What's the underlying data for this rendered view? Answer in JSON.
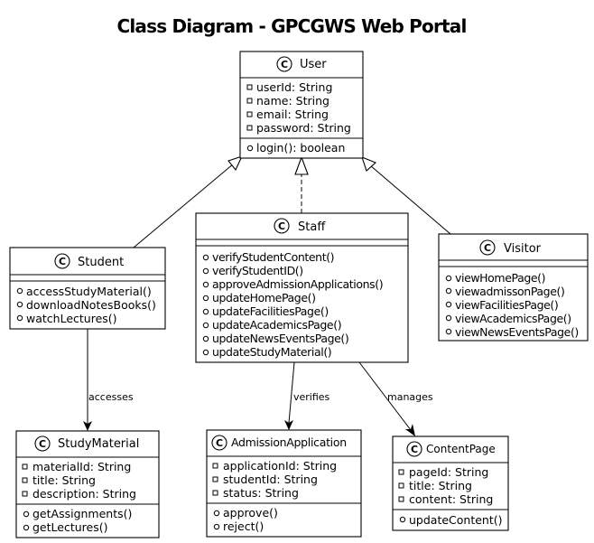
{
  "title": "Class Diagram - GPCGWS Web Portal",
  "class_badge": "C",
  "classes": {
    "user": {
      "name": "User",
      "attributes": [
        "userId: String",
        "name: String",
        "email: String",
        "password: String"
      ],
      "methods": [
        "login(): boolean"
      ]
    },
    "staff": {
      "name": "Staff",
      "attributes": [],
      "methods": [
        "verifyStudentContent()",
        "verifyStudentID()",
        "approveAdmissionApplications()",
        "updateHomePage()",
        "updateFacilitiesPage()",
        "updateAcademicsPage()",
        "updateNewsEventsPage()",
        "updateStudyMaterial()"
      ]
    },
    "student": {
      "name": "Student",
      "attributes": [],
      "methods": [
        "accessStudyMaterial()",
        "downloadNotesBooks()",
        "watchLectures()"
      ]
    },
    "visitor": {
      "name": "Visitor",
      "attributes": [],
      "methods": [
        "viewHomePage()",
        "viewadmissonPage()",
        "viewFacilitiesPage()",
        "viewAcademicsPage()",
        "viewNewsEventsPage()"
      ]
    },
    "study_material": {
      "name": "StudyMaterial",
      "attributes": [
        "materialId: String",
        "title: String",
        "description: String"
      ],
      "methods": [
        "getAssignments()",
        "getLectures()"
      ]
    },
    "admission_application": {
      "name": "AdmissionApplication",
      "attributes": [
        "applicationId: String",
        "studentId: String",
        "status: String"
      ],
      "methods": [
        "approve()",
        "reject()"
      ]
    },
    "content_page": {
      "name": "ContentPage",
      "attributes": [
        "pageId: String",
        "title: String",
        "content: String"
      ],
      "methods": [
        "updateContent()"
      ]
    }
  },
  "relations": {
    "accesses": "accesses",
    "verifies": "verifies",
    "manages": "manages"
  }
}
